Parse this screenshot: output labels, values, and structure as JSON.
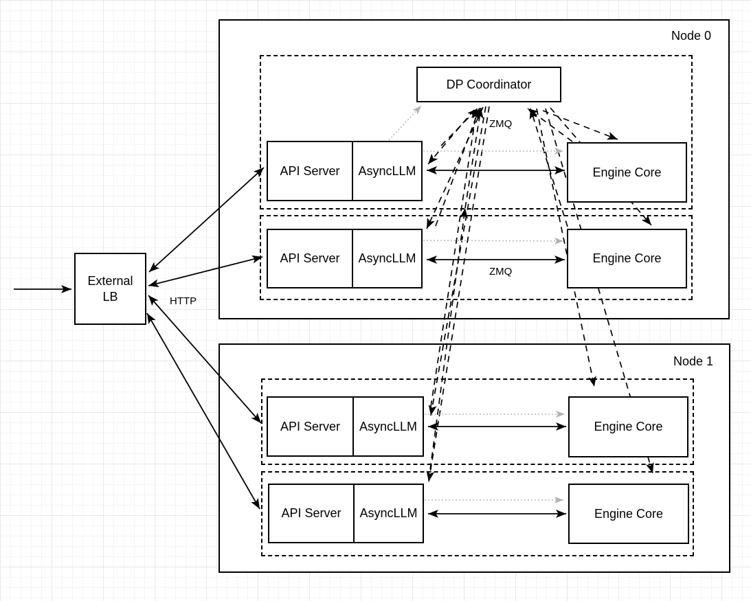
{
  "labels": {
    "node0": "Node 0",
    "node1": "Node 1",
    "dp_coordinator": "DP Coordinator",
    "api_server": "API Server",
    "asyncllm": "AsyncLLM",
    "engine_core": "Engine Core",
    "external_lb_line1": "External",
    "external_lb_line2": "LB",
    "zmq_top": "ZMQ",
    "zmq_row2": "ZMQ",
    "http": "HTTP"
  },
  "structure": {
    "nodes": [
      {
        "name": "Node 0",
        "contains": [
          "DP Coordinator",
          "API Server+AsyncLLM x2",
          "Engine Core x2"
        ]
      },
      {
        "name": "Node 1",
        "contains": [
          "API Server+AsyncLLM x2",
          "Engine Core x2"
        ]
      }
    ],
    "external": [
      "External LB"
    ]
  },
  "edges": [
    {
      "from": "client",
      "to": "External LB",
      "style": "solid",
      "direction": "one-way"
    },
    {
      "from": "External LB",
      "to": "API Server (node0 row1)",
      "style": "solid",
      "direction": "two-way",
      "label": "HTTP"
    },
    {
      "from": "External LB",
      "to": "API Server (node0 row2)",
      "style": "solid",
      "direction": "two-way",
      "label": "HTTP"
    },
    {
      "from": "External LB",
      "to": "API Server (node1 row1)",
      "style": "solid",
      "direction": "two-way",
      "label": "HTTP"
    },
    {
      "from": "External LB",
      "to": "API Server (node1 row2)",
      "style": "solid",
      "direction": "two-way",
      "label": "HTTP"
    },
    {
      "from": "AsyncLLM (node0 row1)",
      "to": "Engine Core (node0 row1)",
      "style": "solid",
      "direction": "two-way",
      "label": "ZMQ"
    },
    {
      "from": "AsyncLLM (node0 row2)",
      "to": "Engine Core (node0 row2)",
      "style": "solid",
      "direction": "two-way",
      "label": "ZMQ"
    },
    {
      "from": "AsyncLLM (node1 row1)",
      "to": "Engine Core (node1 row1)",
      "style": "solid",
      "direction": "two-way"
    },
    {
      "from": "AsyncLLM (node1 row2)",
      "to": "Engine Core (node1 row2)",
      "style": "solid",
      "direction": "two-way"
    },
    {
      "from": "DP Coordinator",
      "to": "AsyncLLM (all 4)",
      "style": "dashed",
      "direction": "two-way",
      "label": "ZMQ"
    },
    {
      "from": "DP Coordinator",
      "to": "Engine Core (all 4)",
      "style": "dashed",
      "direction": "two-way",
      "label": "ZMQ"
    },
    {
      "from": "AsyncLLM (node0 row1)",
      "to": "DP Coordinator",
      "style": "dotted-gray",
      "direction": "one-way"
    },
    {
      "from": "AsyncLLM (each row)",
      "to": "Engine Core (same row)",
      "style": "dotted-gray",
      "direction": "one-way"
    }
  ]
}
